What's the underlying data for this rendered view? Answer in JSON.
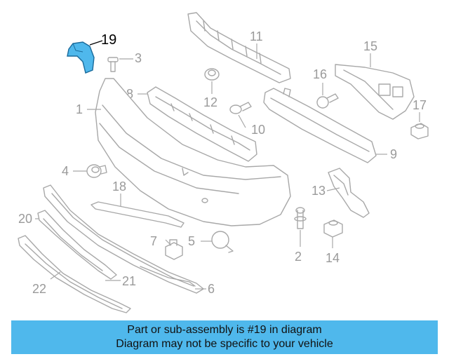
{
  "highlight_color": "#4fb8ec",
  "callouts": {
    "c1": "1",
    "c2": "2",
    "c3": "3",
    "c4": "4",
    "c5": "5",
    "c6": "6",
    "c7": "7",
    "c8": "8",
    "c9": "9",
    "c10": "10",
    "c11": "11",
    "c12": "12",
    "c13": "13",
    "c14": "14",
    "c15": "15",
    "c16": "16",
    "c17": "17",
    "c18": "18",
    "c19": "19",
    "c20": "20",
    "c21": "21",
    "c22": "22"
  },
  "banner": {
    "line1": "Part or sub-assembly is #19 in diagram",
    "line2": "Diagram may not be specific to your vehicle"
  }
}
